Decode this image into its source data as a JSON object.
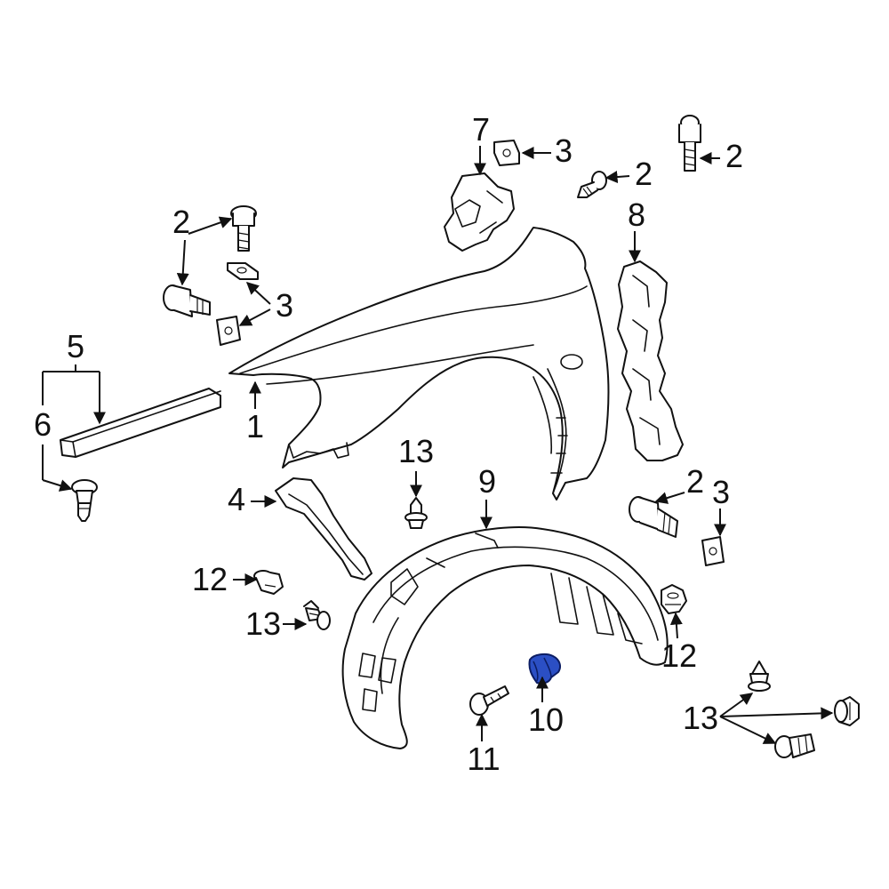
{
  "diagram": {
    "highlight_color": "#2b4fc4",
    "line_color": "#111111",
    "background_color": "#ffffff",
    "callouts": {
      "fender": "1",
      "bolt_top_left": "2",
      "bolt_top_mid": "2",
      "bolt_top_right": "2",
      "bolt_right": "2",
      "nut_top_left": "3",
      "nut_top_mid": "3",
      "nut_right": "3",
      "brace": "4",
      "molding": "5",
      "clip_molding": "6",
      "insulator_upper": "7",
      "insulator_side": "8",
      "liner": "9",
      "grommet": "10",
      "screw": "11",
      "clip_left": "12",
      "clip_right": "12",
      "rivet_top": "13",
      "rivet_left": "13",
      "rivet_group": "13"
    }
  }
}
